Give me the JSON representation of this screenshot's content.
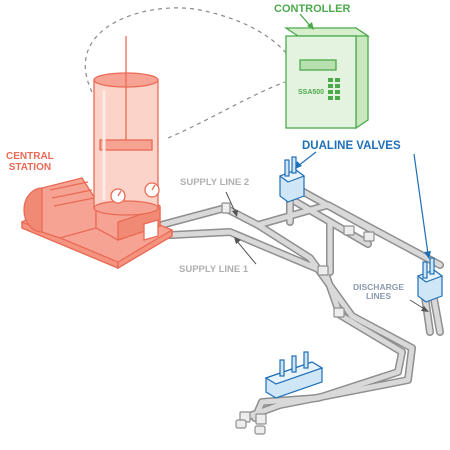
{
  "labels": {
    "controller": "CONTROLLER",
    "central_line1": "CENTRAL",
    "central_line2": "STATION",
    "dualine_valves": "DUALINE VALVES",
    "supply_line_2": "SUPPLY LINE 2",
    "supply_line_1": "SUPPLY LINE 1",
    "discharge_line1": "DISCHARGE",
    "discharge_line2": "LINES",
    "controller_model": "SSA500"
  },
  "colors": {
    "controller_green": "#4caa4c",
    "controller_fill": "#e4f3df",
    "station_red": "#ea6a55",
    "station_fill": "#f6a393",
    "valve_blue": "#1f6fb6",
    "valve_fill": "#cfe6f6",
    "pipe_gray": "#8f8f8f",
    "pipe_fill": "#d9d9d9",
    "supply_label_gray": "#b0b0b0",
    "discharge_label": "#8c9bb0",
    "leader_gray": "#8a8a8a"
  },
  "icons": {
    "controller": "controller-box-icon",
    "central_station": "pump-station-icon",
    "valve": "dualine-valve-icon"
  }
}
